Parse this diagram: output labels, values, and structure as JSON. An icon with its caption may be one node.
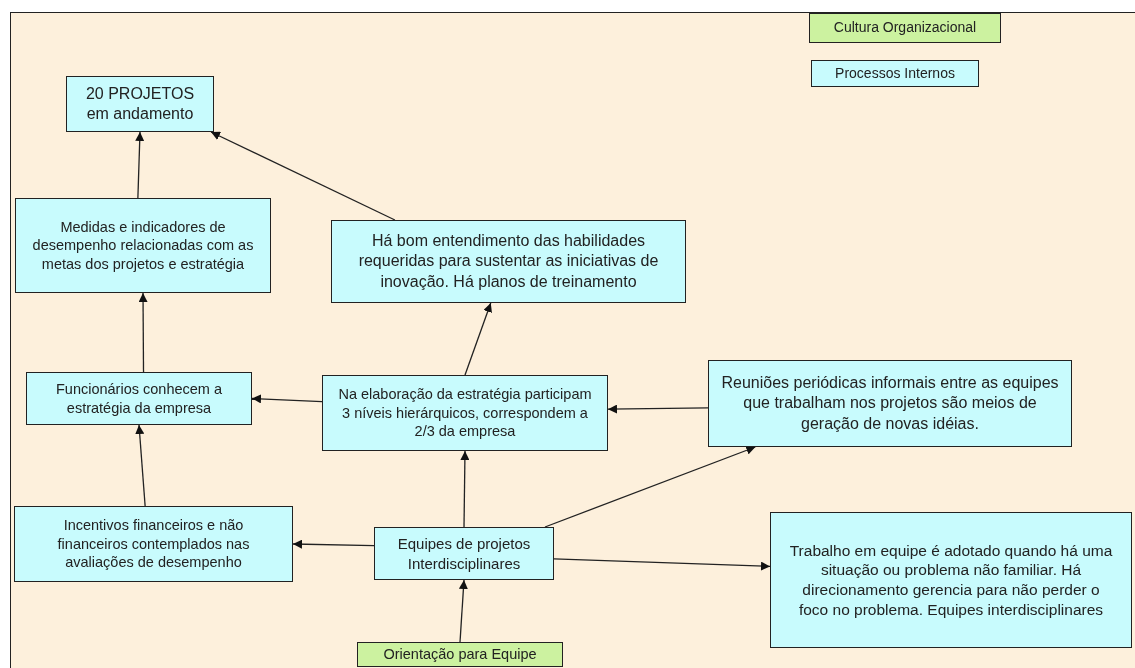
{
  "diagram": {
    "nodes": [
      {
        "text": [
          "Cultura Organizacional"
        ]
      },
      {
        "text": [
          "Processos Internos"
        ]
      },
      {
        "text": [
          "20 PROJETOS em andamento"
        ]
      },
      {
        "text": [
          "Medidas e indicadores de desempenho relacionadas com as metas dos projetos e estratégia"
        ]
      },
      {
        "text": [
          "Há bom entendimento das habilidades requeridas para sustentar as iniciativas de inovação. Há planos de treinamento"
        ]
      },
      {
        "text": [
          "Funcionários conhecem a estratégia da empresa"
        ]
      },
      {
        "text": [
          "Na elaboração da estratégia participam 3 níveis hierárquicos, correspondem a 2/3 da empresa"
        ]
      },
      {
        "text": [
          "Reuniões periódicas informais entre as equipes que trabalham nos projetos são meios de geração de novas idéias."
        ]
      },
      {
        "text": [
          "Incentivos financeiros e não financeiros contemplados nas avaliações de desempenho"
        ]
      },
      {
        "text": [
          "Equipes de projetos Interdisciplinares"
        ]
      },
      {
        "text": [
          "Trabalho em equipe é adotado quando há uma situação ou problema não familiar.  Há direcionamento gerencia para não perder o foco no problema. Equipes interdisciplinares"
        ]
      },
      {
        "text": [
          "Orientação para Equipe"
        ]
      }
    ],
    "edges": [
      {
        "from": 3,
        "to": 2,
        "arrow": "to"
      },
      {
        "from": 4,
        "to": 2,
        "arrow": "to"
      },
      {
        "from": 6,
        "to": 4,
        "arrow": "to"
      },
      {
        "from": 5,
        "to": 3,
        "arrow": "to"
      },
      {
        "from": 6,
        "to": 5,
        "arrow": "to"
      },
      {
        "from": 7,
        "to": 6,
        "arrow": "to"
      },
      {
        "from": 8,
        "to": 5,
        "arrow": "to"
      },
      {
        "from": 9,
        "to": 6,
        "arrow": "to"
      },
      {
        "from": 9,
        "to": 8,
        "arrow": "to"
      },
      {
        "from": 9,
        "to": 7,
        "arrow": "to"
      },
      {
        "from": 9,
        "to": 10,
        "arrow": "to"
      },
      {
        "from": 11,
        "to": 9,
        "arrow": "to"
      }
    ]
  }
}
